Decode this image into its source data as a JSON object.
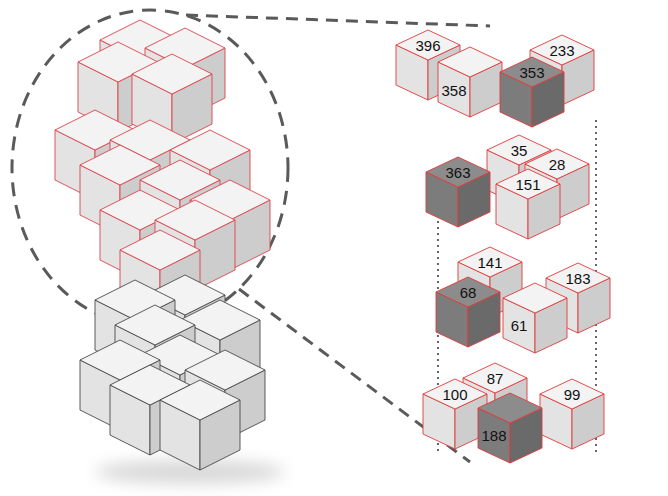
{
  "diagram": {
    "labels": [
      "396",
      "233",
      "358",
      "353",
      "35",
      "28",
      "363",
      "151",
      "141",
      "183",
      "68",
      "61",
      "87",
      "100",
      "99",
      "188"
    ]
  }
}
